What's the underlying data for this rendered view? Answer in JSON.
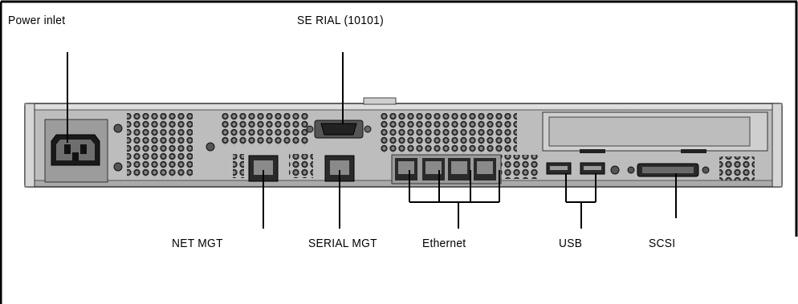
{
  "labels": {
    "power_inlet": "Power inlet",
    "serial_10101": "SE RIAL (10101)",
    "net_mgt": "NET MGT",
    "serial_mgt": "SERIAL MGT",
    "ethernet": "Ethernet",
    "usb": "USB",
    "scsi": "SCSI"
  },
  "colors": {
    "chassis": "#c8c8c8",
    "chassis_dark": "#7a7a7a",
    "port_bay": "#9a9a9a",
    "background": "#ffffff",
    "line": "#000000"
  }
}
